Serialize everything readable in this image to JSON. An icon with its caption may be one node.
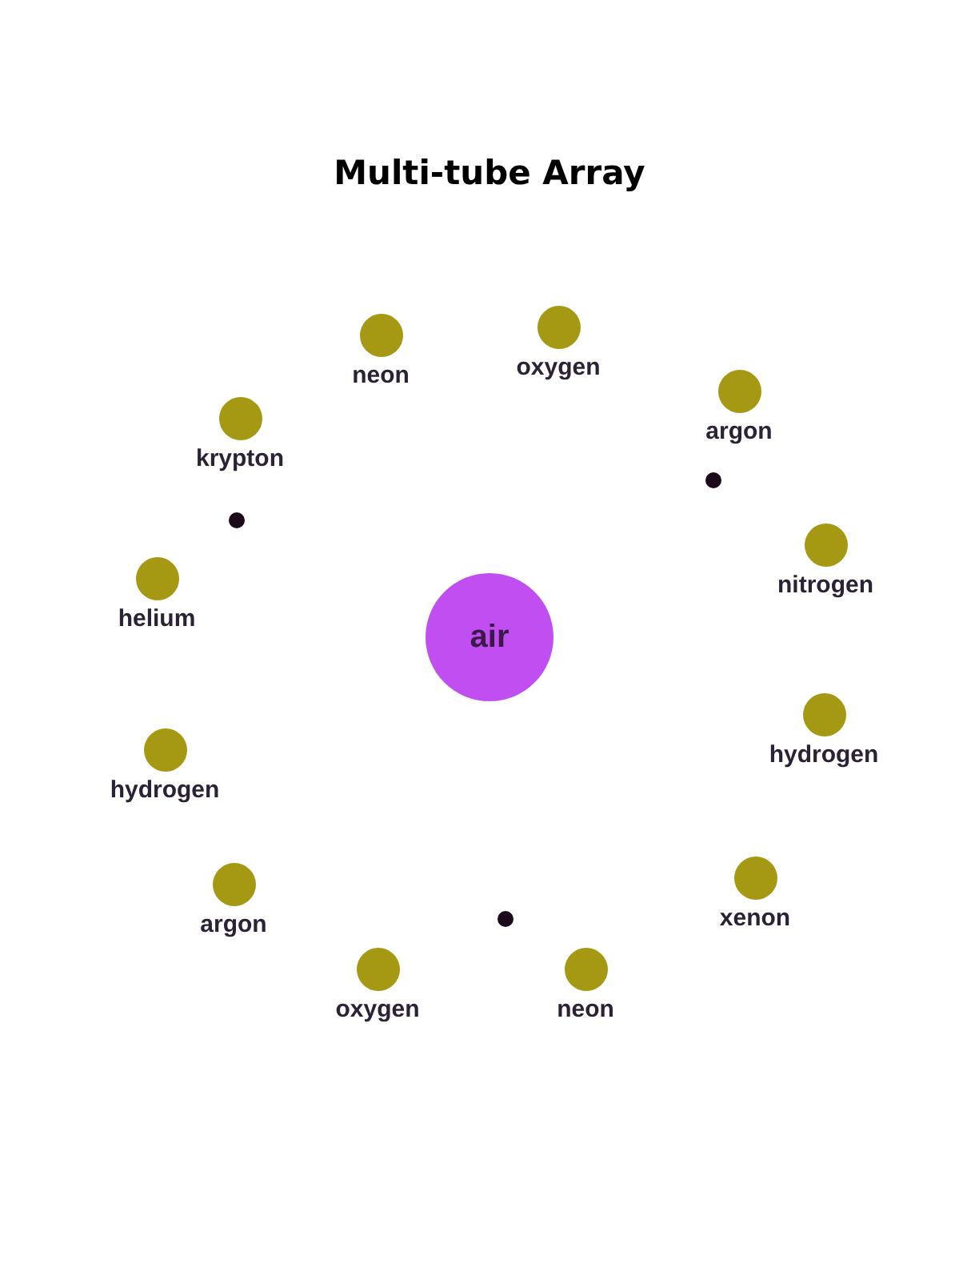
{
  "diagram": {
    "title": "Multi-tube Array",
    "nodes": [
      {
        "text": [
          "neon"
        ]
      },
      {
        "text": [
          "oxygen"
        ]
      },
      {
        "text": [
          "argon"
        ]
      },
      {
        "text": [
          "krypton"
        ]
      },
      {
        "text": [],
        "shape": "circle"
      },
      {
        "text": [],
        "shape": "circle"
      },
      {
        "text": [
          "nitrogen"
        ]
      },
      {
        "text": [
          "helium"
        ]
      },
      {
        "text": [
          "air"
        ]
      },
      {
        "text": [
          "hydrogen"
        ]
      },
      {
        "text": [
          "hydrogen"
        ]
      },
      {
        "text": [
          "xenon"
        ]
      },
      {
        "text": [
          "argon"
        ]
      },
      {
        "text": [],
        "shape": "circle"
      },
      {
        "text": [
          "oxygen"
        ]
      },
      {
        "text": [
          "neon"
        ]
      }
    ]
  }
}
